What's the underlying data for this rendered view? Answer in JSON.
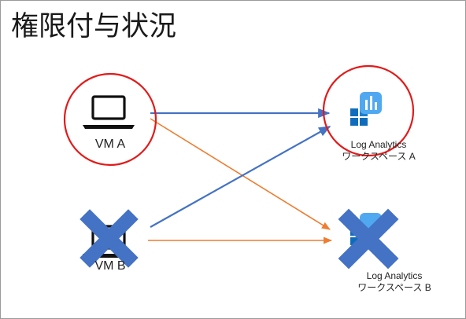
{
  "title": "権限付与状況",
  "nodes": {
    "vm_a": {
      "label": "VM A"
    },
    "vm_b": {
      "label": "VM B"
    },
    "la_a": {
      "label_line1": "Log Analytics",
      "label_line2": "ワークスペース A"
    },
    "la_b": {
      "label_line1": "Log Analytics",
      "label_line2": "ワークスペース B"
    }
  },
  "colors": {
    "blue_arrow": "#4472c4",
    "orange_arrow": "#ed7d31",
    "highlight_circle": "#e31a1a",
    "cross_mark": "#4472c4",
    "laptop_icon": "#111111",
    "analytics_icon_dark": "#0f6cbd",
    "analytics_icon_light": "#50a9f0"
  },
  "icons": {
    "vm_a": "laptop-icon",
    "vm_b": "laptop-icon",
    "la_a": "log-analytics-icon",
    "la_b": "log-analytics-icon"
  },
  "marks": {
    "highlighted": [
      "vm_a",
      "la_a"
    ],
    "crossed_out": [
      "vm_b",
      "la_b"
    ]
  },
  "edges": [
    {
      "from": "vm_a",
      "to": "la_a",
      "color": "blue"
    },
    {
      "from": "vm_a",
      "to": "la_b",
      "color": "orange"
    },
    {
      "from": "vm_b",
      "to": "la_a",
      "color": "blue"
    },
    {
      "from": "vm_b",
      "to": "la_b",
      "color": "orange"
    }
  ]
}
